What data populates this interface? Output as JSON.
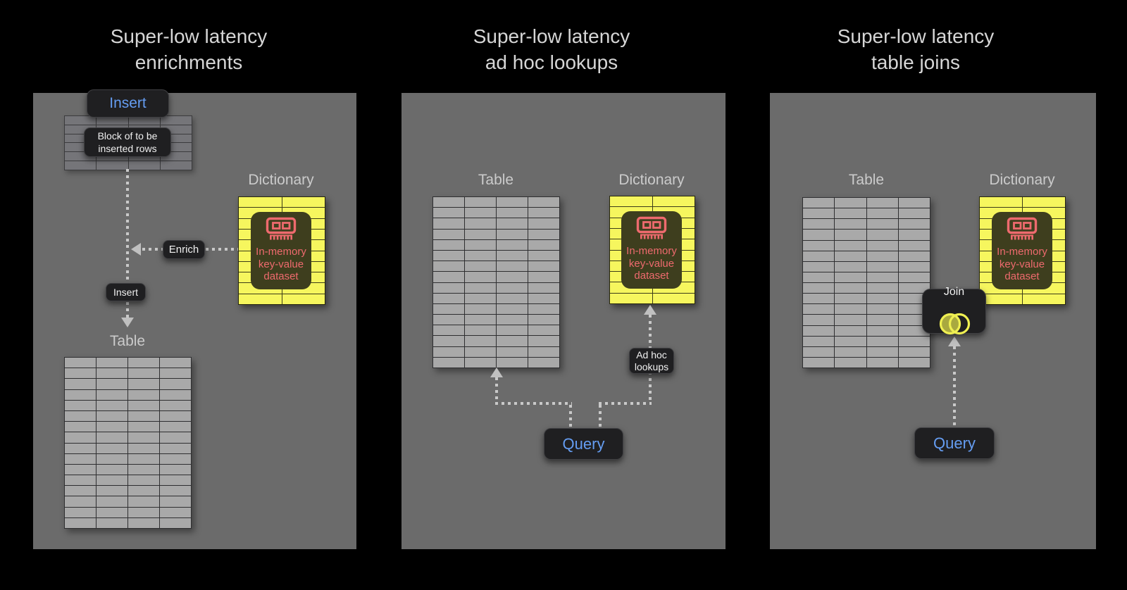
{
  "colors": {
    "bg": "#000000",
    "panel": "#6b6b6b",
    "title-text": "#d6d6d6",
    "label-text": "#cbcbcb",
    "dark-box": "#1f1f21",
    "dark-box-border": "#404043",
    "white-text": "#f0f0f0",
    "blue-text": "#659df2",
    "table-cell": "#a9a9a9",
    "table-line": "#2e2e30",
    "block-cell": "#757579",
    "block-line": "#3a3a3c",
    "dict-yellow": "#f6f65e",
    "dict-line": "#3c3c18",
    "dict-overlay": "#3e3e1e",
    "salmon": "#ee6a6e",
    "venn-fill": "#a9a93f",
    "venn-stroke": "#efef52",
    "dotted": "#c9c9c9",
    "arrow": "#c0c0c0"
  },
  "icons": {
    "dictionary": "ram-chip-icon",
    "join": "venn-join-icon"
  },
  "panels": [
    {
      "title": "Super-low latency\nenrichments",
      "insert_button": "Insert",
      "block_label": "Block of to be\ninserted rows",
      "enrich_label": "Enrich",
      "insert_label": "Insert",
      "table_label": "Table",
      "dictionary_label": "Dictionary",
      "dict_caption": "In-memory\nkey-value\ndataset",
      "block_grid": {
        "rows": 6,
        "cols": 4
      },
      "table_grid": {
        "rows": 16,
        "cols": 4
      },
      "dict_grid": {
        "rows": 10,
        "cols": 2
      }
    },
    {
      "title": "Super-low latency\nad hoc lookups",
      "table_label": "Table",
      "dictionary_label": "Dictionary",
      "query_button": "Query",
      "adhoc_label": "Ad hoc\nlookups",
      "dict_caption": "In-memory\nkey-value\ndataset",
      "table_grid": {
        "rows": 16,
        "cols": 4
      },
      "dict_grid": {
        "rows": 10,
        "cols": 2
      }
    },
    {
      "title": "Super-low latency\ntable joins",
      "table_label": "Table",
      "dictionary_label": "Dictionary",
      "join_label": "Join",
      "query_button": "Query",
      "dict_caption": "In-memory\nkey-value\ndataset",
      "table_grid": {
        "rows": 16,
        "cols": 4
      },
      "dict_grid": {
        "rows": 10,
        "cols": 2
      }
    }
  ]
}
